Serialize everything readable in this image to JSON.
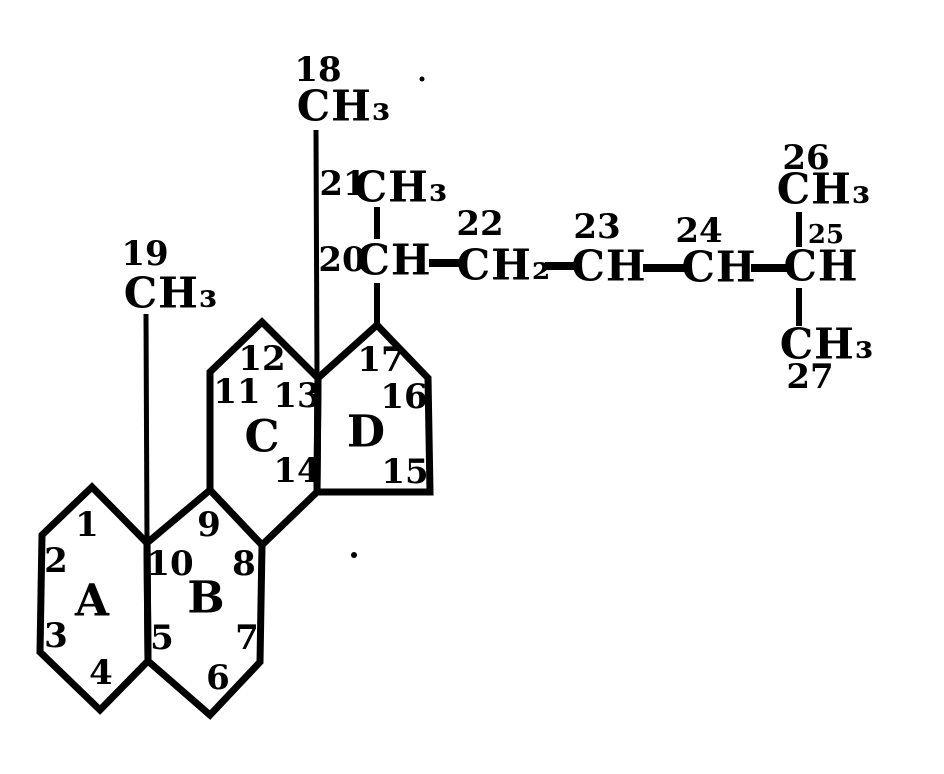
{
  "figure": {
    "kind": "scanned chemical structure diagram",
    "description": "Steroid (cholestane-type) carbon skeleton: fused rings A, B, C, D with carbons numbered 1-17 in the rings, angular methyls 18 and 19, and side chain carbons 20-27 (20CH-CH2-CH-CH-CH with CH3 26 above and CH3 27 below C25, CH3 21 on C20)",
    "colors": {
      "ink": "#000000",
      "paper": "#ffffff"
    }
  },
  "rings": {
    "a": "A",
    "b": "B",
    "c": "C",
    "d": "D"
  },
  "carbons": {
    "c1": "1",
    "c2": "2",
    "c3": "3",
    "c4": "4",
    "c5": "5",
    "c6": "6",
    "c7": "7",
    "c8": "8",
    "c9": "9",
    "c10": "10",
    "c11": "11",
    "c12": "12",
    "c13": "13",
    "c14": "14",
    "c15": "15",
    "c16": "16",
    "c17": "17"
  },
  "substituents": {
    "c18": {
      "num": "18",
      "group": "CH₃"
    },
    "c19": {
      "num": "19",
      "group": "CH₃"
    },
    "c20": {
      "num": "20",
      "group": "CH"
    },
    "c21": {
      "num": "21",
      "group": "CH₃"
    },
    "c22": {
      "num": "22",
      "group": "CH₂"
    },
    "c23": {
      "num": "23",
      "group": "CH"
    },
    "c24": {
      "num": "24",
      "group": "CH"
    },
    "c25": {
      "num": "25",
      "group": "CH"
    },
    "c26": {
      "num": "26",
      "group": "CH₃"
    },
    "c27": {
      "num": "27",
      "group": "CH₃"
    }
  }
}
